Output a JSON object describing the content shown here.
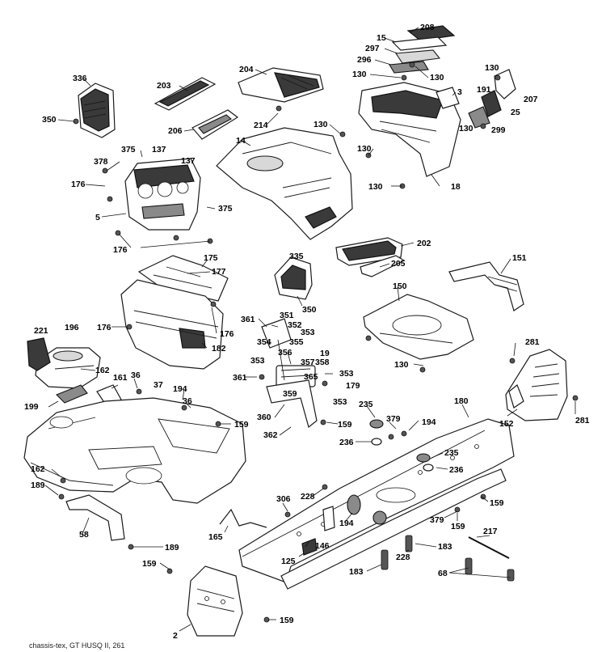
{
  "footer_label": "chassis-tex, GT HUSQ II, 261",
  "callouts": [
    {
      "id": "c-208",
      "text": "208"
    },
    {
      "id": "c-15",
      "text": "15"
    },
    {
      "id": "c-297",
      "text": "297"
    },
    {
      "id": "c-296",
      "text": "296"
    },
    {
      "id": "c-130a",
      "text": "130"
    },
    {
      "id": "c-130b",
      "text": "130"
    },
    {
      "id": "c-130c",
      "text": "130"
    },
    {
      "id": "c-3",
      "text": "3"
    },
    {
      "id": "c-191",
      "text": "191"
    },
    {
      "id": "c-207",
      "text": "207"
    },
    {
      "id": "c-25",
      "text": "25"
    },
    {
      "id": "c-130d",
      "text": "130"
    },
    {
      "id": "c-299",
      "text": "299"
    },
    {
      "id": "c-336",
      "text": "336"
    },
    {
      "id": "c-350a",
      "text": "350"
    },
    {
      "id": "c-204",
      "text": "204"
    },
    {
      "id": "c-203",
      "text": "203"
    },
    {
      "id": "c-206",
      "text": "206"
    },
    {
      "id": "c-214",
      "text": "214"
    },
    {
      "id": "c-130e",
      "text": "130"
    },
    {
      "id": "c-130f",
      "text": "130"
    },
    {
      "id": "c-14",
      "text": "14"
    },
    {
      "id": "c-130g",
      "text": "130"
    },
    {
      "id": "c-18",
      "text": "18"
    },
    {
      "id": "c-375a",
      "text": "375"
    },
    {
      "id": "c-137a",
      "text": "137"
    },
    {
      "id": "c-378",
      "text": "378"
    },
    {
      "id": "c-137b",
      "text": "137"
    },
    {
      "id": "c-176a",
      "text": "176"
    },
    {
      "id": "c-5",
      "text": "5"
    },
    {
      "id": "c-375b",
      "text": "375"
    },
    {
      "id": "c-176b",
      "text": "176"
    },
    {
      "id": "c-202",
      "text": "202"
    },
    {
      "id": "c-175",
      "text": "175"
    },
    {
      "id": "c-335",
      "text": "335"
    },
    {
      "id": "c-205",
      "text": "205"
    },
    {
      "id": "c-151",
      "text": "151"
    },
    {
      "id": "c-177",
      "text": "177"
    },
    {
      "id": "c-350b",
      "text": "350"
    },
    {
      "id": "c-150",
      "text": "150"
    },
    {
      "id": "c-361a",
      "text": "361"
    },
    {
      "id": "c-351",
      "text": "351"
    },
    {
      "id": "c-176c",
      "text": "176"
    },
    {
      "id": "c-176d",
      "text": "176"
    },
    {
      "id": "c-352",
      "text": "352"
    },
    {
      "id": "c-353a",
      "text": "353"
    },
    {
      "id": "c-354",
      "text": "354"
    },
    {
      "id": "c-355",
      "text": "355"
    },
    {
      "id": "c-182",
      "text": "182"
    },
    {
      "id": "c-221",
      "text": "221"
    },
    {
      "id": "c-196",
      "text": "196"
    },
    {
      "id": "c-356",
      "text": "356"
    },
    {
      "id": "c-19",
      "text": "19"
    },
    {
      "id": "c-353b",
      "text": "353"
    },
    {
      "id": "c-357",
      "text": "357"
    },
    {
      "id": "c-358",
      "text": "358"
    },
    {
      "id": "c-130h",
      "text": "130"
    },
    {
      "id": "c-281a",
      "text": "281"
    },
    {
      "id": "c-162a",
      "text": "162"
    },
    {
      "id": "c-361b",
      "text": "361"
    },
    {
      "id": "c-365",
      "text": "365"
    },
    {
      "id": "c-353c",
      "text": "353"
    },
    {
      "id": "c-179",
      "text": "179"
    },
    {
      "id": "c-36a",
      "text": "36"
    },
    {
      "id": "c-161",
      "text": "161"
    },
    {
      "id": "c-37",
      "text": "37"
    },
    {
      "id": "c-194a",
      "text": "194"
    },
    {
      "id": "c-359",
      "text": "359"
    },
    {
      "id": "c-199",
      "text": "199"
    },
    {
      "id": "c-36b",
      "text": "36"
    },
    {
      "id": "c-353d",
      "text": "353"
    },
    {
      "id": "c-235a",
      "text": "235"
    },
    {
      "id": "c-180",
      "text": "180"
    },
    {
      "id": "c-281b",
      "text": "281"
    },
    {
      "id": "c-360",
      "text": "360"
    },
    {
      "id": "c-159a",
      "text": "159"
    },
    {
      "id": "c-159b",
      "text": "159"
    },
    {
      "id": "c-379a",
      "text": "379"
    },
    {
      "id": "c-194b",
      "text": "194"
    },
    {
      "id": "c-152",
      "text": "152"
    },
    {
      "id": "c-362",
      "text": "362"
    },
    {
      "id": "c-236a",
      "text": "236"
    },
    {
      "id": "c-235b",
      "text": "235"
    },
    {
      "id": "c-162b",
      "text": "162"
    },
    {
      "id": "c-236b",
      "text": "236"
    },
    {
      "id": "c-189a",
      "text": "189"
    },
    {
      "id": "c-228a",
      "text": "228"
    },
    {
      "id": "c-306",
      "text": "306"
    },
    {
      "id": "c-159c",
      "text": "159"
    },
    {
      "id": "c-194c",
      "text": "194"
    },
    {
      "id": "c-379b",
      "text": "379"
    },
    {
      "id": "c-159d",
      "text": "159"
    },
    {
      "id": "c-165",
      "text": "165"
    },
    {
      "id": "c-58",
      "text": "58"
    },
    {
      "id": "c-217",
      "text": "217"
    },
    {
      "id": "c-189b",
      "text": "189"
    },
    {
      "id": "c-146",
      "text": "146"
    },
    {
      "id": "c-228b",
      "text": "228"
    },
    {
      "id": "c-183a",
      "text": "183"
    },
    {
      "id": "c-125",
      "text": "125"
    },
    {
      "id": "c-159e",
      "text": "159"
    },
    {
      "id": "c-183b",
      "text": "183"
    },
    {
      "id": "c-68",
      "text": "68"
    },
    {
      "id": "c-2",
      "text": "2"
    },
    {
      "id": "c-159f",
      "text": "159"
    }
  ]
}
